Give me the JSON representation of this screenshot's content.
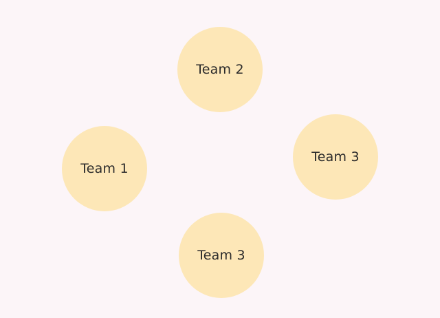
{
  "diagram": {
    "nodes": [
      {
        "label": "Team 2"
      },
      {
        "label": "Team 1"
      },
      {
        "label": "Team 3"
      },
      {
        "label": "Team 3"
      }
    ],
    "colors": {
      "background": "#fcf5f8",
      "node_fill": "#fde7b7",
      "text": "#2a2a2a"
    }
  }
}
